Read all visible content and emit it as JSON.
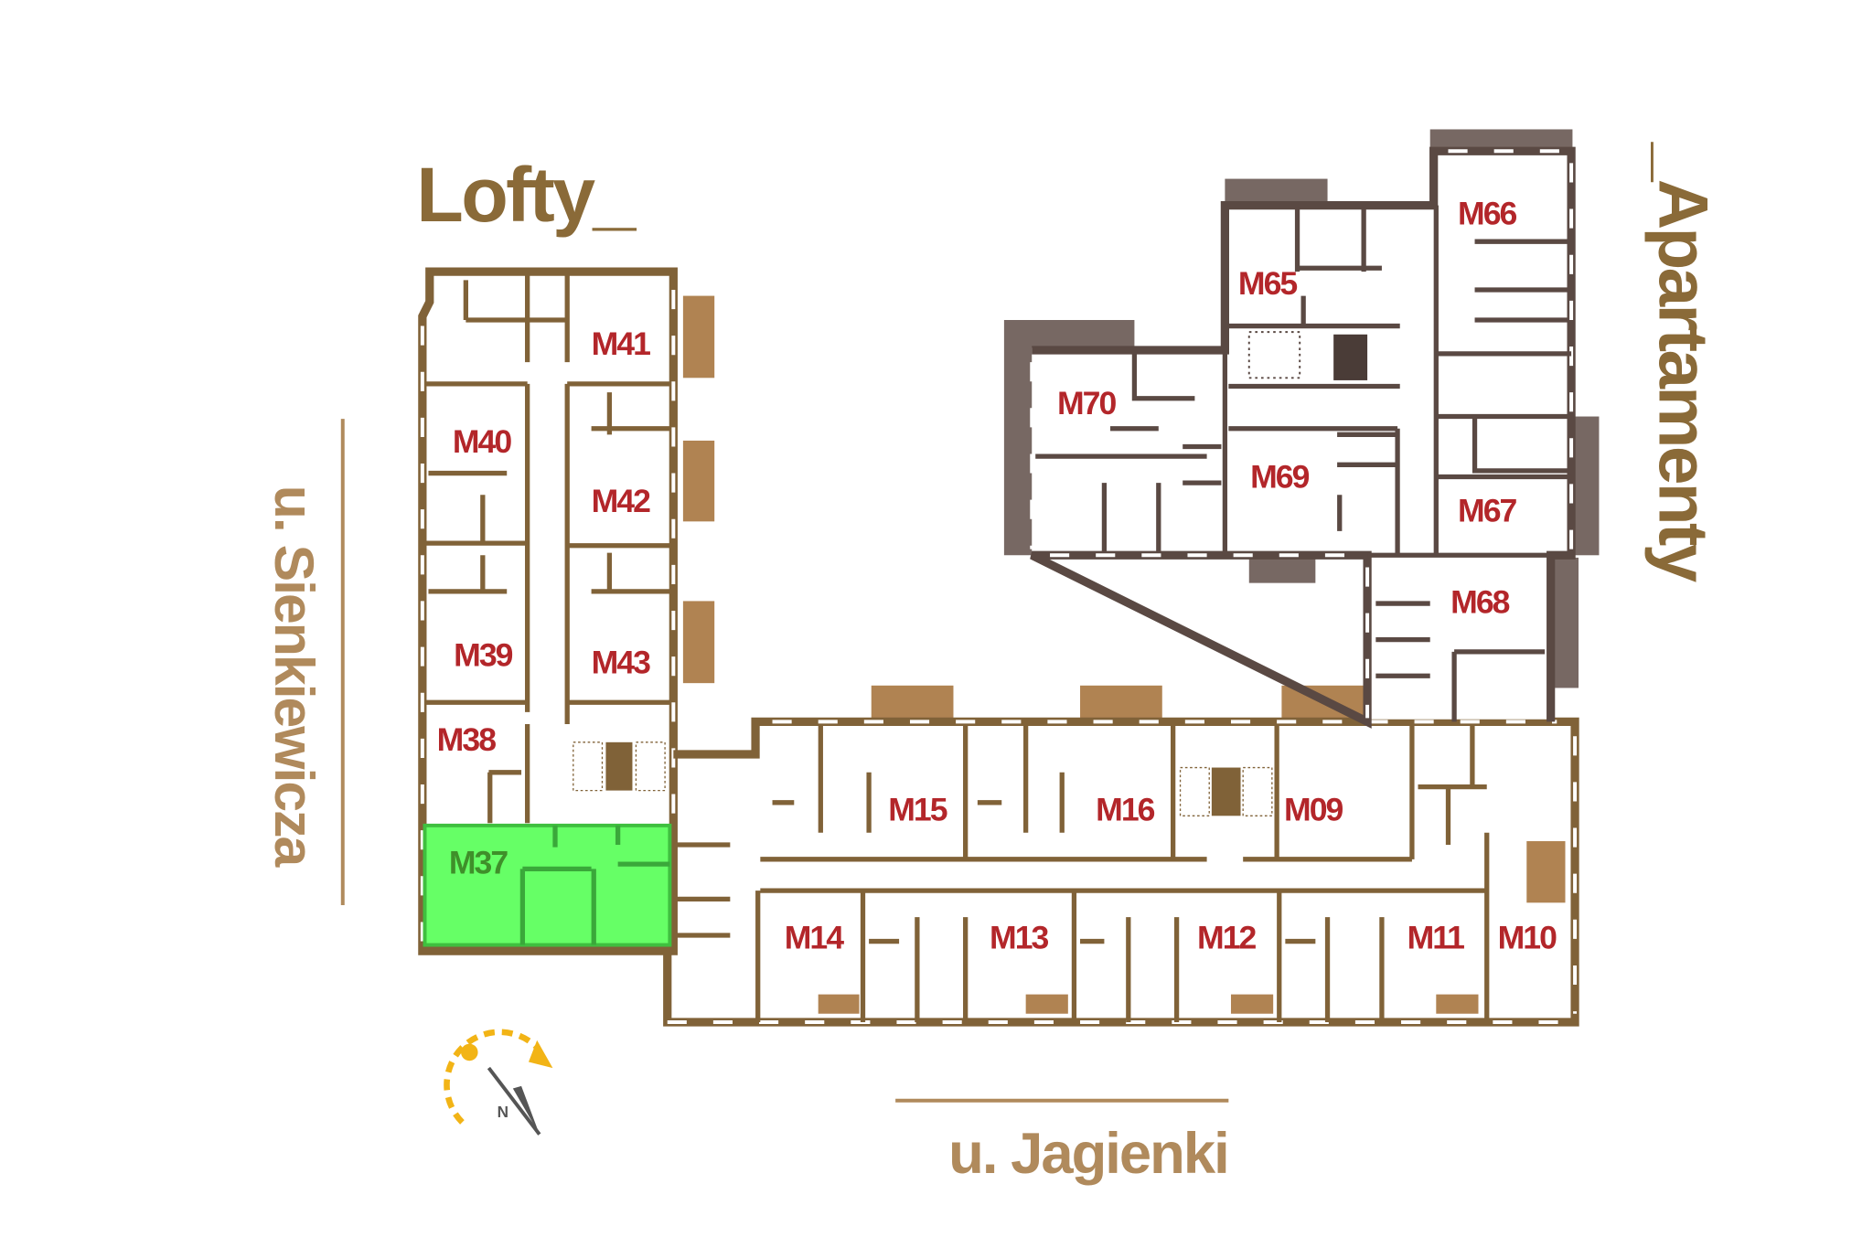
{
  "titles": {
    "lofty": "Lofty_",
    "apartments": "_Apartamenty"
  },
  "streets": {
    "west": "u. Sienkiewicza",
    "south": "u. Jagienki"
  },
  "compass": {
    "north_label": "N"
  },
  "colors": {
    "wall_lofty": "#806238",
    "wall_apartments": "#5a4943",
    "label": "#b3262a",
    "highlight": "#66ff66",
    "balcony": "#b08352"
  },
  "selected_unit": "M37",
  "units": {
    "M41": "M41",
    "M40": "M40",
    "M42": "M42",
    "M39": "M39",
    "M43": "M43",
    "M38": "M38",
    "M37": "M37",
    "M15": "M15",
    "M16": "M16",
    "M09": "M09",
    "M14": "M14",
    "M13": "M13",
    "M12": "M12",
    "M11": "M11",
    "M10": "M10",
    "M70": "M70",
    "M69": "M69",
    "M65": "M65",
    "M66": "M66",
    "M67": "M67",
    "M68": "M68"
  }
}
